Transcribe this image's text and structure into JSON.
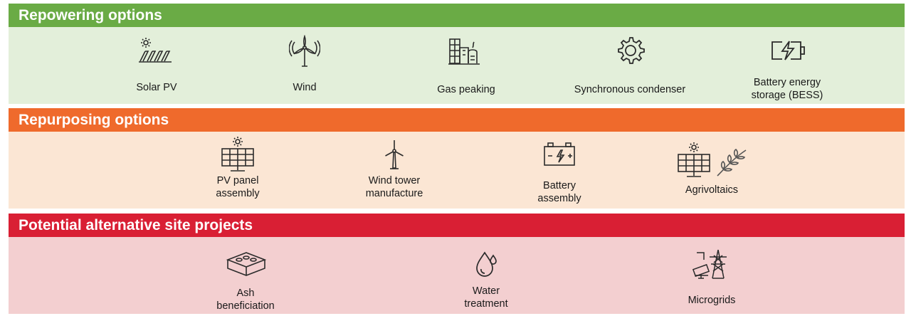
{
  "colors": {
    "repower_header": "#6aab45",
    "repower_body": "#e3efda",
    "repurpose_header": "#ef6a2c",
    "repurpose_body": "#fbe6d4",
    "alt_header": "#d91f34",
    "alt_body": "#f3cfd0",
    "icon_stroke": "#2b2b2b"
  },
  "sections": [
    {
      "title": "Repowering options",
      "items": [
        {
          "label": "Solar PV",
          "icon": "solar-panel-icon"
        },
        {
          "label": "Wind",
          "icon": "wind-turbine-icon"
        },
        {
          "label": "Gas peaking",
          "icon": "gas-plant-icon"
        },
        {
          "label": "Synchronous condenser",
          "icon": "gear-icon"
        },
        {
          "label": "Battery energy\nstorage (BESS)",
          "icon": "battery-bolt-icon"
        }
      ]
    },
    {
      "title": "Repurposing options",
      "items": [
        {
          "label": "PV panel\nassembly",
          "icon": "pv-panel-icon"
        },
        {
          "label": "Wind tower\nmanufacture",
          "icon": "wind-tower-icon"
        },
        {
          "label": "Battery\nassembly",
          "icon": "car-battery-icon"
        },
        {
          "label": "Agrivoltaics",
          "icon": "agrivoltaics-icon"
        }
      ]
    },
    {
      "title": "Potential alternative site projects",
      "items": [
        {
          "label": "Ash\nbeneficiation",
          "icon": "brick-icon"
        },
        {
          "label": "Water\ntreatment",
          "icon": "water-drop-icon"
        },
        {
          "label": "Microgrids",
          "icon": "microgrid-icon"
        }
      ]
    }
  ]
}
